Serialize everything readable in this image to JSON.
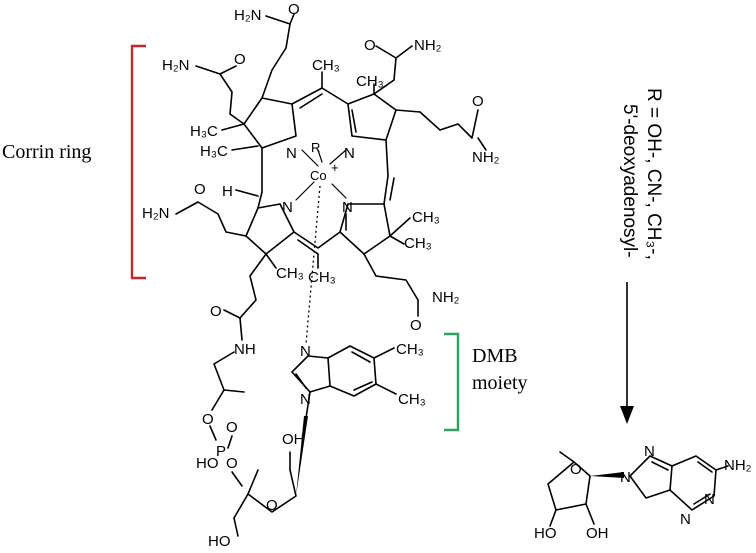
{
  "labels": {
    "corrin_ring": "Corrin ring",
    "dmb_moiety_line1": "DMB",
    "dmb_moiety_line2": "moiety",
    "r_definition": "R = OH-, CN-, CH₃-,",
    "r_definition_line2": "5'-deoxyadenosyl-"
  },
  "atoms": {
    "nh2": "NH₂",
    "h2n": "H₂N",
    "h3c": "H₃C",
    "ch3": "CH₃",
    "n": "N",
    "h": "H",
    "o": "O",
    "r": "R",
    "co": "Co",
    "co_charge": "+",
    "nh": "NH",
    "p": "P",
    "ho": "HO",
    "oh": "OH"
  },
  "colors": {
    "corrin_bracket": "#c0282d",
    "dmb_bracket": "#2ca25f",
    "bonds": "#000000"
  }
}
